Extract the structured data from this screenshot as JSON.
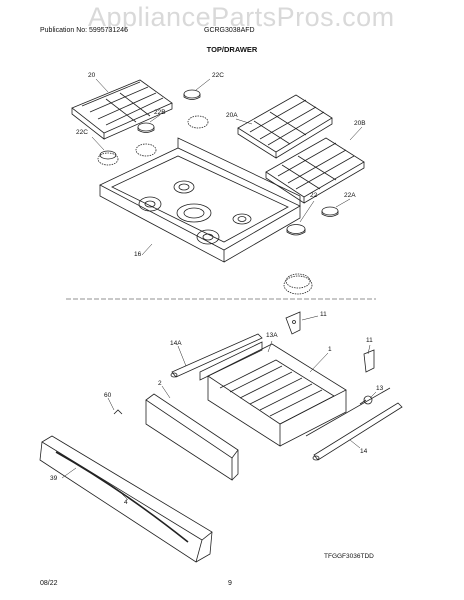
{
  "header": {
    "watermark": "AppliancePartsPros.com",
    "publication": "Publication No: 5995731246",
    "model": "GCRG3038AFD",
    "section_title": "TOP/DRAWER"
  },
  "callouts_top": [
    "20",
    "22C",
    "22B",
    "22C",
    "20A",
    "20B",
    "22",
    "22A",
    "16"
  ],
  "callouts_bottom": [
    "11",
    "13A",
    "14A",
    "1",
    "11",
    "2",
    "13",
    "60",
    "14",
    "39",
    "4"
  ],
  "drawing_code": "TFGGF3036TDD",
  "footer": {
    "date": "08/22",
    "page": "9"
  }
}
